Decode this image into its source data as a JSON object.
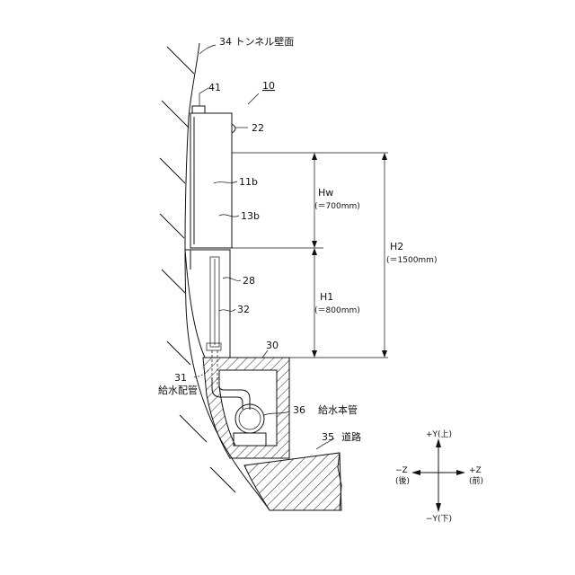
{
  "labels": {
    "tunnel_wall": "34 トンネル壁面",
    "ref41": "41",
    "ref10": "10",
    "ref22": "22",
    "ref11b": "11b",
    "ref13b": "13b",
    "ref28": "28",
    "ref32": "32",
    "ref30": "30",
    "ref31": "31",
    "water_pipe": "給水配管",
    "ref36": "36",
    "main_pipe": "給水本管",
    "ref35": "35",
    "road": "道路"
  },
  "dimensions": {
    "hw": "Hw",
    "hw_value": "(＝700mm)",
    "h1": "H1",
    "h1_value": "(＝800mm)",
    "h2": "H2",
    "h2_value": "(＝1500mm)"
  },
  "axes": {
    "y_up": "+Y(上)",
    "y_down": "−Y(下)",
    "z_back": "−Z",
    "z_back_sub": "(後)",
    "z_front": "+Z",
    "z_front_sub": "(前)"
  }
}
